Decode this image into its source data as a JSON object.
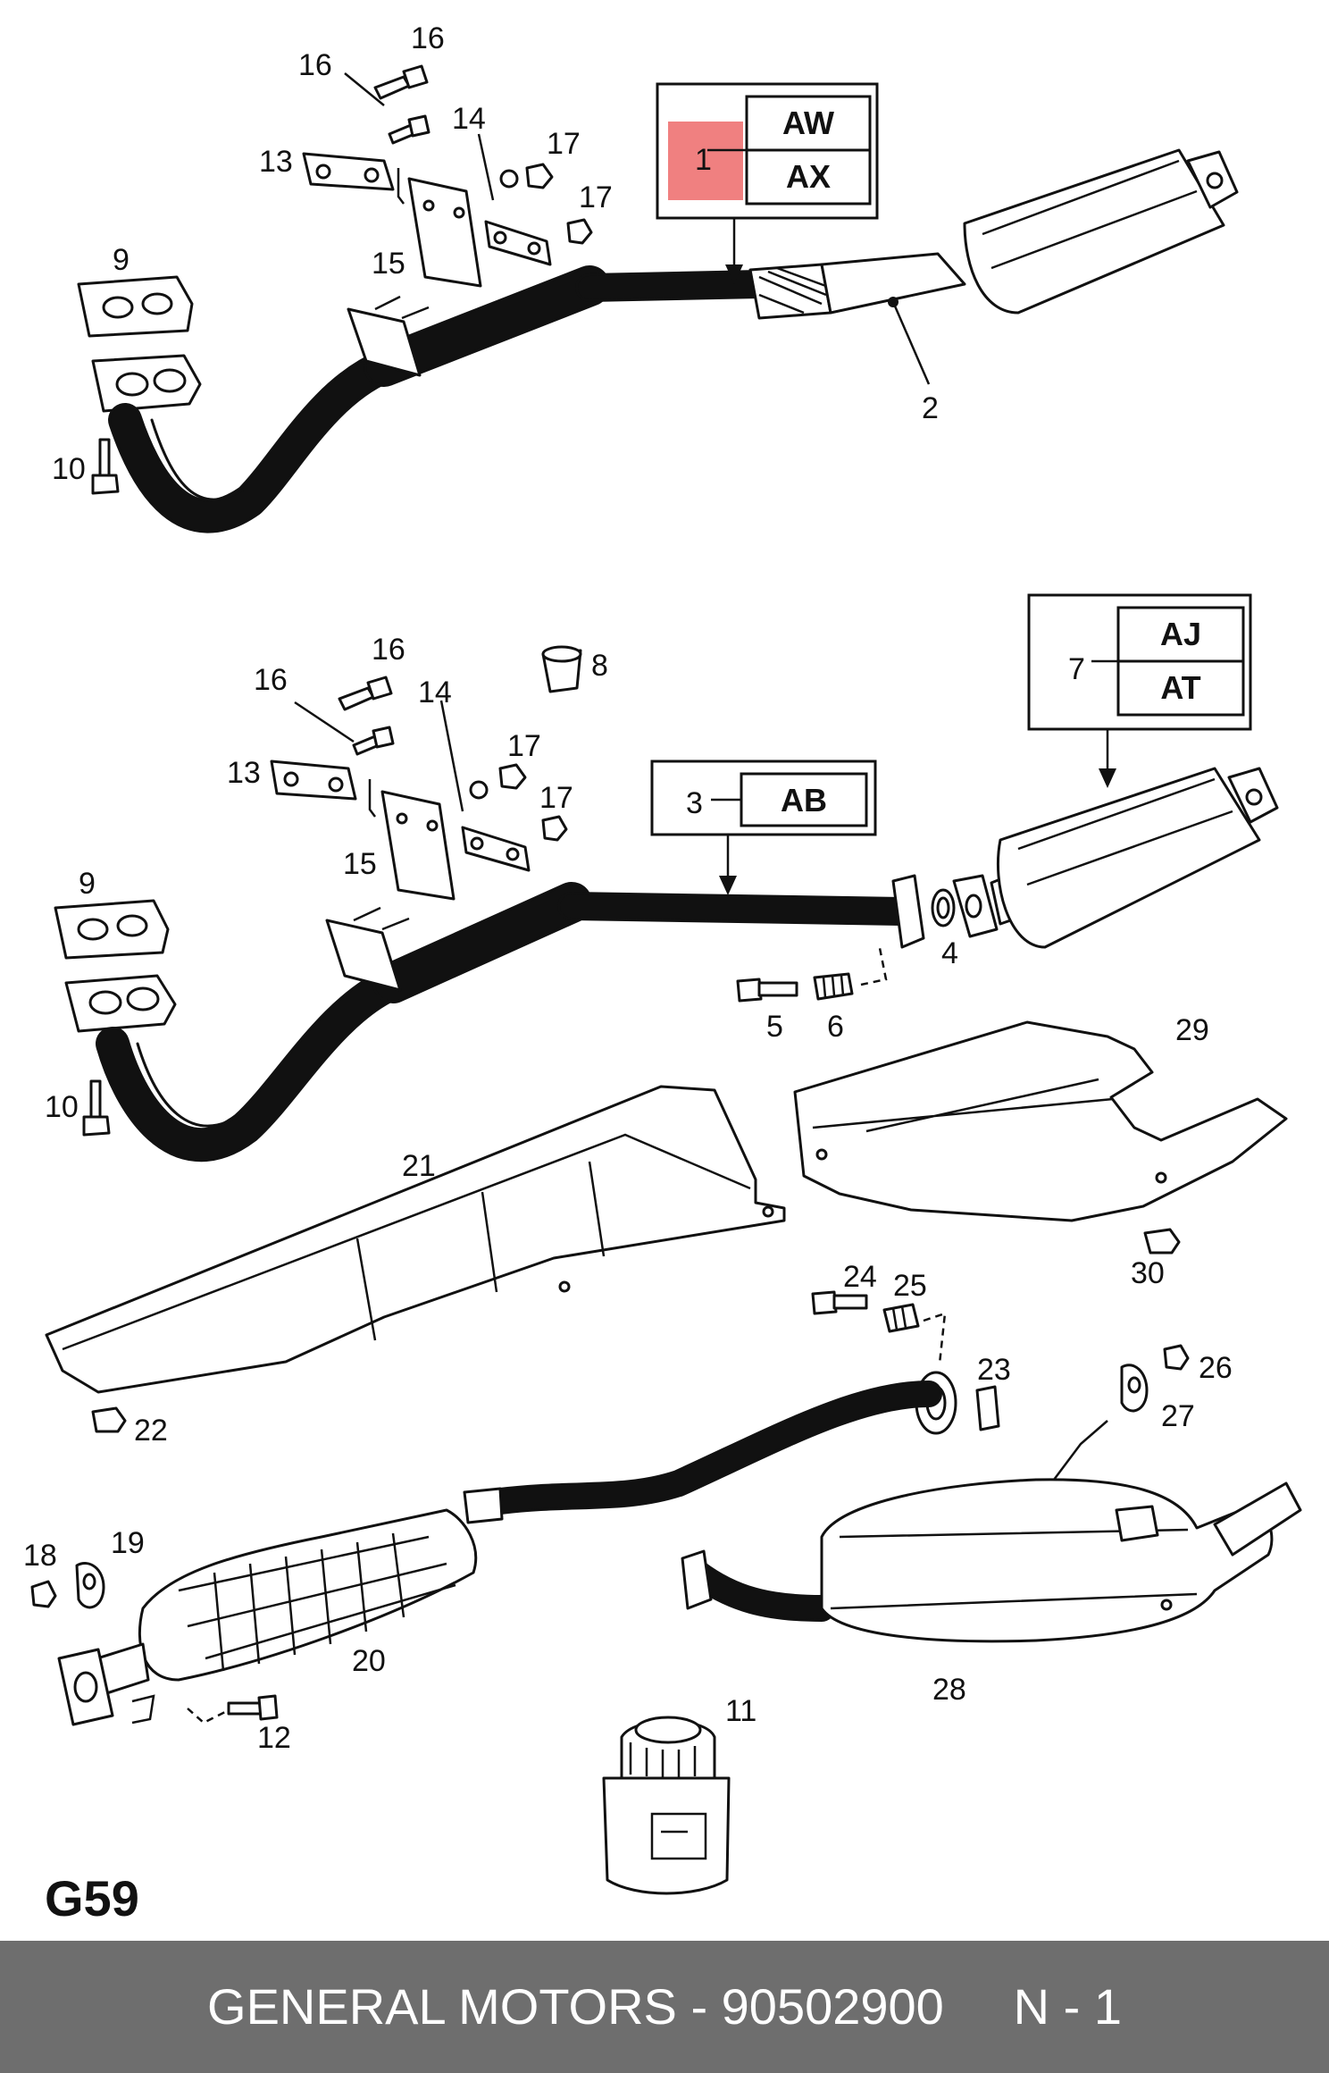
{
  "footer": {
    "text": "GENERAL MOTORS - 90502900     N - 1",
    "background": "#6e6e6e",
    "color": "#ffffff"
  },
  "sheet_label": "G59",
  "highlight_color": "#f08080",
  "callouts": {
    "c1": "1",
    "c2": "2",
    "c3": "3",
    "c4": "4",
    "c5": "5",
    "c6": "6",
    "c7": "7",
    "c8": "8",
    "c9a": "9",
    "c9b": "9",
    "c10a": "10",
    "c10b": "10",
    "c11": "11",
    "c12": "12",
    "c13a": "13",
    "c13b": "13",
    "c14a": "14",
    "c14b": "14",
    "c15a": "15",
    "c15b": "15",
    "c16a": "16",
    "c16b": "16",
    "c16c": "16",
    "c16d": "16",
    "c17a": "17",
    "c17b": "17",
    "c17c": "17",
    "c17d": "17",
    "c18": "18",
    "c19": "19",
    "c20": "20",
    "c21": "21",
    "c22": "22",
    "c23": "23",
    "c24": "24",
    "c25": "25",
    "c26": "26",
    "c27": "27",
    "c28": "28",
    "c29": "29",
    "c30": "30"
  },
  "code_boxes": {
    "box1": {
      "top": "AW",
      "bottom": "AX"
    },
    "box3": {
      "code": "AB"
    },
    "box7": {
      "top": "AJ",
      "bottom": "AT"
    }
  }
}
